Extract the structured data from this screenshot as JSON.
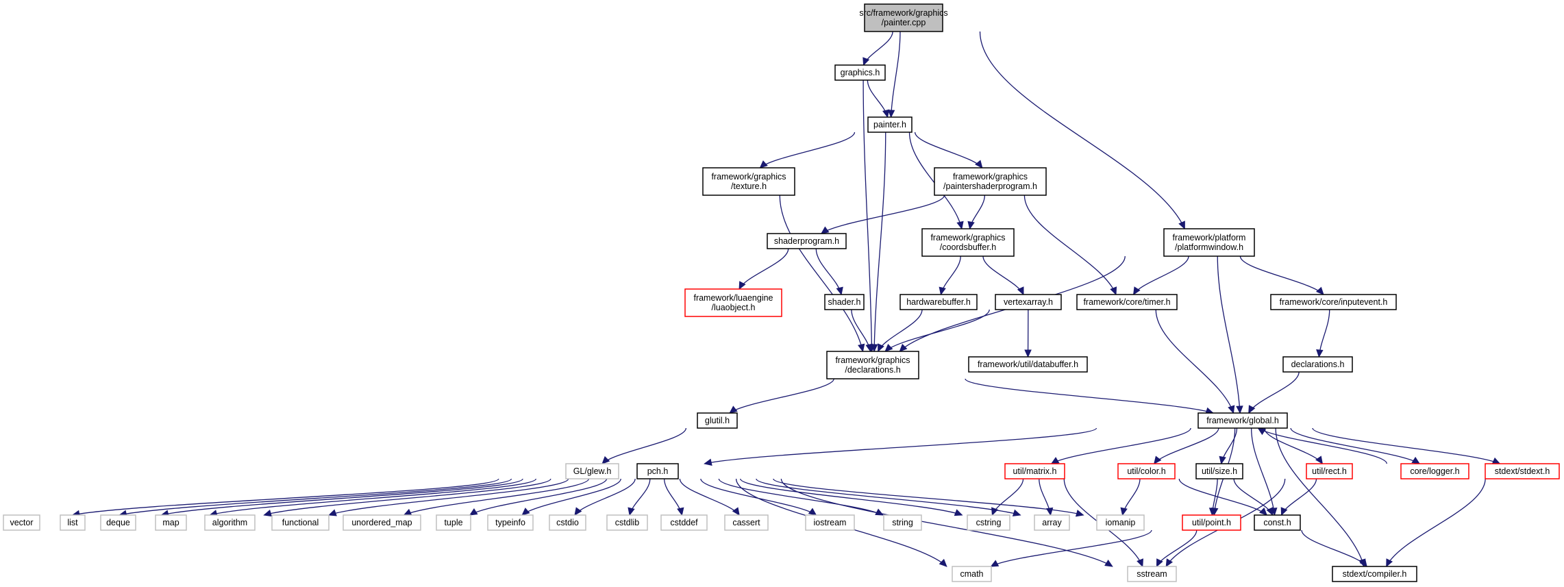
{
  "colors": {
    "edge": "#191970",
    "node_default_border": "#000000",
    "node_root_fill": "#bfbfbf",
    "node_truncated_border": "#ff0000",
    "node_system_border": "#bfbfbf",
    "node_fill": "#ffffff"
  },
  "nodes": [
    {
      "id": "painter_cpp",
      "kind": "root",
      "lines": [
        "src/framework/graphics",
        "/painter.cpp"
      ]
    },
    {
      "id": "graphics_h",
      "kind": "default",
      "lines": [
        "graphics.h"
      ]
    },
    {
      "id": "painter_h",
      "kind": "default",
      "lines": [
        "painter.h"
      ]
    },
    {
      "id": "texture_h",
      "kind": "default",
      "lines": [
        "framework/graphics",
        "/texture.h"
      ]
    },
    {
      "id": "paintershaderprogram_h",
      "kind": "default",
      "lines": [
        "framework/graphics",
        "/paintershaderprogram.h"
      ]
    },
    {
      "id": "platformwindow_h",
      "kind": "default",
      "lines": [
        "framework/platform",
        "/platformwindow.h"
      ]
    },
    {
      "id": "shaderprogram_h",
      "kind": "default",
      "lines": [
        "shaderprogram.h"
      ]
    },
    {
      "id": "coordsbuffer_h",
      "kind": "default",
      "lines": [
        "framework/graphics",
        "/coordsbuffer.h"
      ]
    },
    {
      "id": "luaobject_h",
      "kind": "truncated",
      "lines": [
        "framework/luaengine",
        "/luaobject.h"
      ]
    },
    {
      "id": "shader_h",
      "kind": "default",
      "lines": [
        "shader.h"
      ]
    },
    {
      "id": "hardwarebuffer_h",
      "kind": "default",
      "lines": [
        "hardwarebuffer.h"
      ]
    },
    {
      "id": "vertexarray_h",
      "kind": "default",
      "lines": [
        "vertexarray.h"
      ]
    },
    {
      "id": "timer_h",
      "kind": "default",
      "lines": [
        "framework/core/timer.h"
      ]
    },
    {
      "id": "inputevent_h",
      "kind": "default",
      "lines": [
        "framework/core/inputevent.h"
      ]
    },
    {
      "id": "declarations_gfx_h",
      "kind": "default",
      "lines": [
        "framework/graphics",
        "/declarations.h"
      ]
    },
    {
      "id": "databuffer_h",
      "kind": "default",
      "lines": [
        "framework/util/databuffer.h"
      ]
    },
    {
      "id": "declarations_h",
      "kind": "default",
      "lines": [
        "declarations.h"
      ]
    },
    {
      "id": "glutil_h",
      "kind": "default",
      "lines": [
        "glutil.h"
      ]
    },
    {
      "id": "global_h",
      "kind": "default",
      "lines": [
        "framework/global.h"
      ]
    },
    {
      "id": "glew_h",
      "kind": "system",
      "lines": [
        "GL/glew.h"
      ]
    },
    {
      "id": "pch_h",
      "kind": "default",
      "lines": [
        "pch.h"
      ]
    },
    {
      "id": "matrix_h",
      "kind": "truncated",
      "lines": [
        "util/matrix.h"
      ]
    },
    {
      "id": "color_h",
      "kind": "truncated",
      "lines": [
        "util/color.h"
      ]
    },
    {
      "id": "size_h",
      "kind": "default",
      "lines": [
        "util/size.h"
      ]
    },
    {
      "id": "rect_h",
      "kind": "truncated",
      "lines": [
        "util/rect.h"
      ]
    },
    {
      "id": "logger_h",
      "kind": "truncated",
      "lines": [
        "core/logger.h"
      ]
    },
    {
      "id": "stdext_h",
      "kind": "truncated",
      "lines": [
        "stdext/stdext.h"
      ]
    },
    {
      "id": "vector",
      "kind": "system",
      "lines": [
        "vector"
      ]
    },
    {
      "id": "list",
      "kind": "system",
      "lines": [
        "list"
      ]
    },
    {
      "id": "deque",
      "kind": "system",
      "lines": [
        "deque"
      ]
    },
    {
      "id": "map",
      "kind": "system",
      "lines": [
        "map"
      ]
    },
    {
      "id": "algorithm",
      "kind": "system",
      "lines": [
        "algorithm"
      ]
    },
    {
      "id": "functional",
      "kind": "system",
      "lines": [
        "functional"
      ]
    },
    {
      "id": "unordered_map",
      "kind": "system",
      "lines": [
        "unordered_map"
      ]
    },
    {
      "id": "tuple",
      "kind": "system",
      "lines": [
        "tuple"
      ]
    },
    {
      "id": "typeinfo",
      "kind": "system",
      "lines": [
        "typeinfo"
      ]
    },
    {
      "id": "cstdio",
      "kind": "system",
      "lines": [
        "cstdio"
      ]
    },
    {
      "id": "cstdlib",
      "kind": "system",
      "lines": [
        "cstdlib"
      ]
    },
    {
      "id": "cstddef",
      "kind": "system",
      "lines": [
        "cstddef"
      ]
    },
    {
      "id": "cassert",
      "kind": "system",
      "lines": [
        "cassert"
      ]
    },
    {
      "id": "iostream",
      "kind": "system",
      "lines": [
        "iostream"
      ]
    },
    {
      "id": "string",
      "kind": "system",
      "lines": [
        "string"
      ]
    },
    {
      "id": "cstring",
      "kind": "system",
      "lines": [
        "cstring"
      ]
    },
    {
      "id": "array",
      "kind": "system",
      "lines": [
        "array"
      ]
    },
    {
      "id": "iomanip",
      "kind": "system",
      "lines": [
        "iomanip"
      ]
    },
    {
      "id": "point_h",
      "kind": "truncated",
      "lines": [
        "util/point.h"
      ]
    },
    {
      "id": "const_h",
      "kind": "default",
      "lines": [
        "const.h"
      ]
    },
    {
      "id": "cmath",
      "kind": "system",
      "lines": [
        "cmath"
      ]
    },
    {
      "id": "sstream",
      "kind": "system",
      "lines": [
        "sstream"
      ]
    },
    {
      "id": "compiler_h",
      "kind": "default",
      "lines": [
        "stdext/compiler.h"
      ]
    }
  ],
  "edges": [
    [
      "painter_cpp",
      "graphics_h"
    ],
    [
      "painter_cpp",
      "painter_h"
    ],
    [
      "painter_cpp",
      "platformwindow_h"
    ],
    [
      "graphics_h",
      "painter_h"
    ],
    [
      "graphics_h",
      "declarations_gfx_h"
    ],
    [
      "painter_h",
      "texture_h"
    ],
    [
      "painter_h",
      "paintershaderprogram_h"
    ],
    [
      "painter_h",
      "coordsbuffer_h"
    ],
    [
      "painter_h",
      "declarations_gfx_h"
    ],
    [
      "texture_h",
      "declarations_gfx_h"
    ],
    [
      "paintershaderprogram_h",
      "shaderprogram_h"
    ],
    [
      "paintershaderprogram_h",
      "coordsbuffer_h"
    ],
    [
      "paintershaderprogram_h",
      "timer_h"
    ],
    [
      "platformwindow_h",
      "timer_h"
    ],
    [
      "platformwindow_h",
      "inputevent_h"
    ],
    [
      "platformwindow_h",
      "declarations_gfx_h"
    ],
    [
      "platformwindow_h",
      "global_h"
    ],
    [
      "shaderprogram_h",
      "luaobject_h"
    ],
    [
      "shaderprogram_h",
      "shader_h"
    ],
    [
      "shader_h",
      "declarations_gfx_h"
    ],
    [
      "coordsbuffer_h",
      "hardwarebuffer_h"
    ],
    [
      "coordsbuffer_h",
      "vertexarray_h"
    ],
    [
      "hardwarebuffer_h",
      "declarations_gfx_h"
    ],
    [
      "vertexarray_h",
      "declarations_gfx_h"
    ],
    [
      "vertexarray_h",
      "databuffer_h"
    ],
    [
      "timer_h",
      "global_h"
    ],
    [
      "inputevent_h",
      "declarations_h"
    ],
    [
      "declarations_h",
      "global_h"
    ],
    [
      "declarations_gfx_h",
      "glutil_h"
    ],
    [
      "declarations_gfx_h",
      "global_h"
    ],
    [
      "glutil_h",
      "glew_h"
    ],
    [
      "global_h",
      "pch_h"
    ],
    [
      "global_h",
      "matrix_h"
    ],
    [
      "global_h",
      "color_h"
    ],
    [
      "global_h",
      "size_h"
    ],
    [
      "global_h",
      "rect_h"
    ],
    [
      "global_h",
      "logger_h"
    ],
    [
      "global_h",
      "stdext_h"
    ],
    [
      "global_h",
      "point_h"
    ],
    [
      "global_h",
      "const_h"
    ],
    [
      "global_h",
      "compiler_h"
    ],
    [
      "logger_h",
      "global_h"
    ],
    [
      "pch_h",
      "vector"
    ],
    [
      "pch_h",
      "list"
    ],
    [
      "pch_h",
      "deque"
    ],
    [
      "pch_h",
      "map"
    ],
    [
      "pch_h",
      "algorithm"
    ],
    [
      "pch_h",
      "functional"
    ],
    [
      "pch_h",
      "unordered_map"
    ],
    [
      "pch_h",
      "tuple"
    ],
    [
      "pch_h",
      "typeinfo"
    ],
    [
      "pch_h",
      "cstdio"
    ],
    [
      "pch_h",
      "cstdlib"
    ],
    [
      "pch_h",
      "cstddef"
    ],
    [
      "pch_h",
      "cassert"
    ],
    [
      "pch_h",
      "iostream"
    ],
    [
      "pch_h",
      "string"
    ],
    [
      "pch_h",
      "cstring"
    ],
    [
      "pch_h",
      "array"
    ],
    [
      "pch_h",
      "iomanip"
    ],
    [
      "pch_h",
      "cmath"
    ],
    [
      "pch_h",
      "sstream"
    ],
    [
      "matrix_h",
      "cstring"
    ],
    [
      "matrix_h",
      "array"
    ],
    [
      "matrix_h",
      "sstream"
    ],
    [
      "color_h",
      "iomanip"
    ],
    [
      "color_h",
      "const_h"
    ],
    [
      "size_h",
      "point_h"
    ],
    [
      "size_h",
      "const_h"
    ],
    [
      "rect_h",
      "const_h"
    ],
    [
      "rect_h",
      "sstream"
    ],
    [
      "point_h",
      "cmath"
    ],
    [
      "point_h",
      "sstream"
    ],
    [
      "const_h",
      "compiler_h"
    ],
    [
      "stdext_h",
      "compiler_h"
    ]
  ]
}
